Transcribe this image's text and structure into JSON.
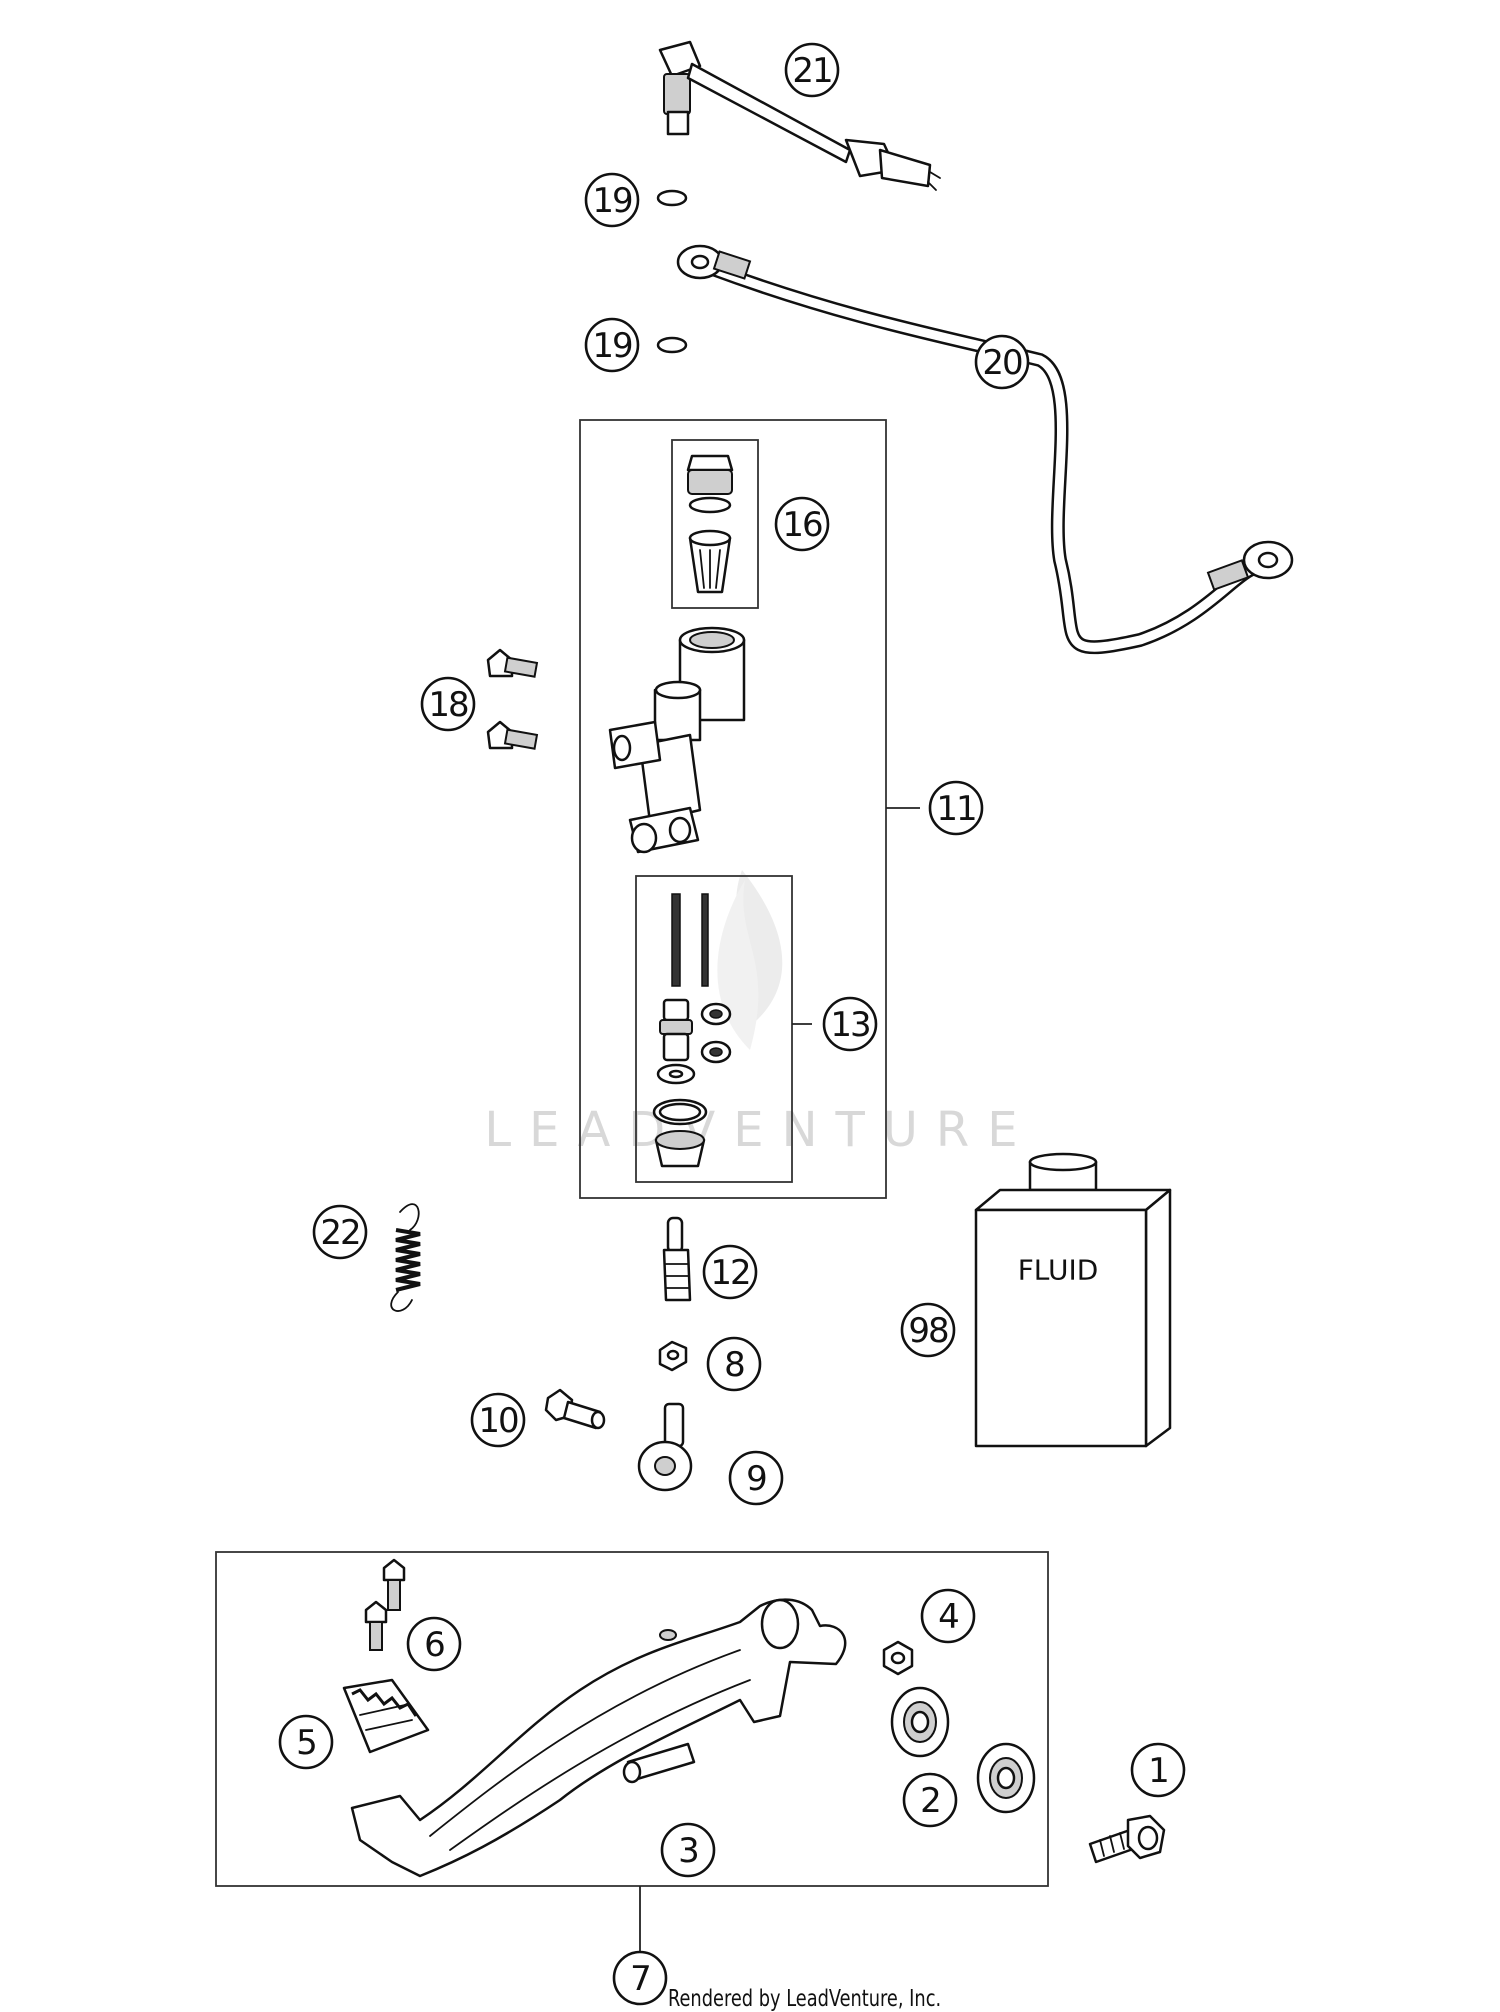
{
  "watermark": "LEADVENTURE",
  "credit": "Rendered by LeadVenture, Inc.",
  "fluid_label": "FLUID",
  "callouts": [
    "21",
    "19",
    "19",
    "20",
    "16",
    "18",
    "11",
    "13",
    "22",
    "12",
    "98",
    "8",
    "10",
    "9",
    "4",
    "6",
    "5",
    "1",
    "2",
    "3",
    "7"
  ]
}
